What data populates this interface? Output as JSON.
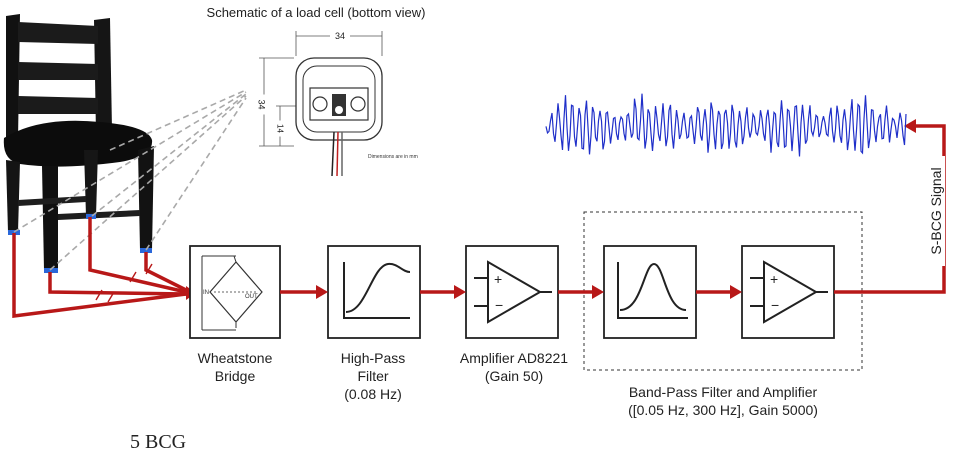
{
  "diagram": {
    "schematic_title": "Schematic of a load cell (bottom view)",
    "dim_width": "34",
    "dim_height": "34",
    "dim_inner": "14",
    "dim_note": "Dimensions are in mm",
    "bridge_in": "IN",
    "bridge_out": "OUT",
    "signal_label": "S-BCG Signal",
    "caption_line": "5 BCG",
    "blocks": [
      {
        "line1": "Wheatstone",
        "line2": "Bridge",
        "line3": ""
      },
      {
        "line1": "High-Pass",
        "line2": "Filter",
        "line3": "(0.08 Hz)"
      },
      {
        "line1": "Amplifier AD8221",
        "line2": "(Gain 50)",
        "line3": ""
      }
    ],
    "group_label_1": "Band-Pass Filter and Amplifier",
    "group_label_2": "([0.05 Hz, 300 Hz], Gain 5000)"
  },
  "colors": {
    "wire": "#b81818",
    "signal": "#1f2fc9",
    "chair": "#111111",
    "box": "#222222"
  }
}
